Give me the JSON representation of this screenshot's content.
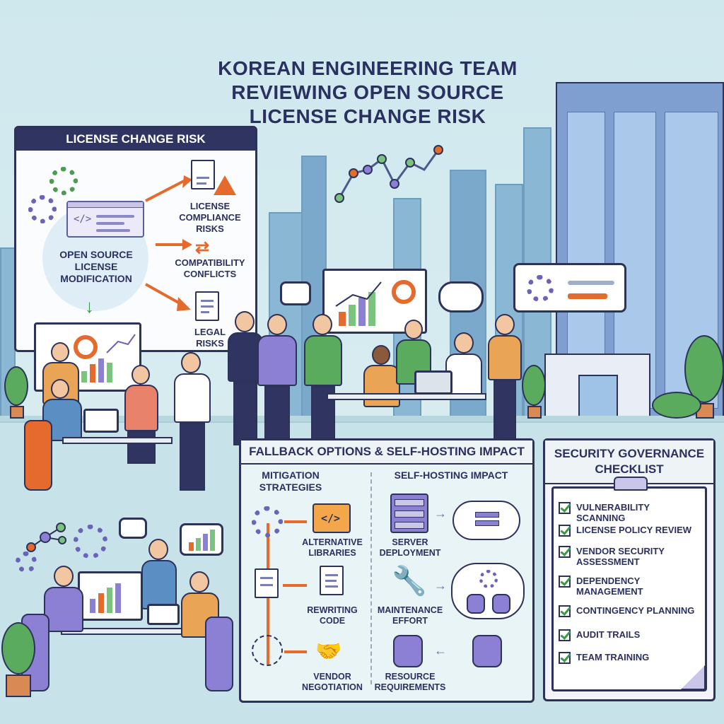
{
  "title": {
    "line1": "KOREAN ENGINEERING TEAM",
    "line2": "REVIEWING OPEN SOURCE",
    "line3": "LICENSE CHANGE RISK"
  },
  "risk_panel": {
    "heading": "LICENSE CHANGE RISK",
    "center_line1": "OPEN SOURCE",
    "center_line2": "LICENSE",
    "center_line3": "MODIFICATION",
    "risk1_line1": "LICENSE",
    "risk1_line2": "COMPLIANCE",
    "risk1_line3": "RISKS",
    "risk2_line1": "COMPATIBILITY",
    "risk2_line2": "CONFLICTS",
    "risk3_line1": "LEGAL",
    "risk3_line2": "RISKS"
  },
  "fallback_panel": {
    "heading": "FALLBACK OPTIONS & SELF-HOSTING IMPACT",
    "left_head_line1": "MITIGATION",
    "left_head_line2": "STRATEGIES",
    "right_head": "SELF-HOSTING IMPACT",
    "left_items": [
      {
        "line1": "ALTERNATIVE",
        "line2": "LIBRARIES"
      },
      {
        "line1": "REWRITING",
        "line2": "CODE"
      },
      {
        "line1": "VENDOR",
        "line2": "NEGOTIATION"
      }
    ],
    "right_items": [
      {
        "line1": "SERVER",
        "line2": "DEPLOYMENT"
      },
      {
        "line1": "MAINTENANCE",
        "line2": "EFFORT"
      },
      {
        "line1": "RESOURCE",
        "line2": "REQUIREMENTS"
      }
    ]
  },
  "checklist": {
    "heading_line1": "SECURITY GOVERNANCE",
    "heading_line2": "CHECKLIST",
    "items": [
      {
        "line1": "VULNERABILITY SCANNING",
        "line2": ""
      },
      {
        "line1": "LICENSE POLICY REVIEW",
        "line2": ""
      },
      {
        "line1": "VENDOR SECURITY",
        "line2": "ASSESSMENT"
      },
      {
        "line1": "DEPENDENCY",
        "line2": "MANAGEMENT"
      },
      {
        "line1": "CONTINGENCY PLANNING",
        "line2": ""
      },
      {
        "line1": "AUDIT TRAILS",
        "line2": ""
      },
      {
        "line1": "TEAM TRAINING",
        "line2": ""
      }
    ]
  },
  "colors": {
    "navy": "#2d3258",
    "accent_orange": "#e46a2e",
    "check_green": "#3a9a48",
    "gear_purple": "#6a63b8",
    "gear_green": "#4f9a52"
  },
  "icons": [
    "gear-icon",
    "code-window-icon",
    "warning-document-icon",
    "swap-arrows-icon",
    "legal-document-icon",
    "code-folder-icon",
    "handshake-icon",
    "server-icon",
    "wrench-gear-icon",
    "cloud-database-icon",
    "checkbox-icon"
  ]
}
